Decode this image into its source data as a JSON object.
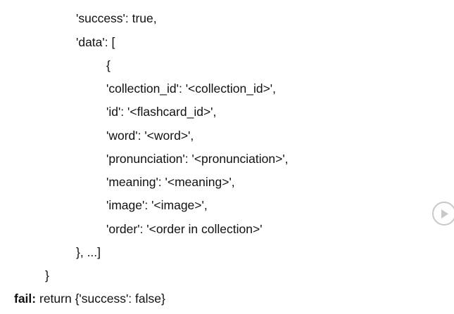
{
  "code_lines": {
    "success_line": "'success': true,",
    "data_line": "'data': [",
    "open_brace": "{",
    "collection_id": "'collection_id': '<collection_id>',",
    "id": "'id': '<flashcard_id>',",
    "word": "'word': '<word>',",
    "pronunciation": "'pronunciation': '<pronunciation>',",
    "meaning": "'meaning': '<meaning>',",
    "image": "'image': '<image>',",
    "order": "'order': '<order in collection>'",
    "close_item": "}, ...]",
    "close_brace": "}"
  },
  "fail_line": {
    "label": "fail:",
    "text": " return {'success': false}"
  },
  "play_button": {
    "icon": "play-icon",
    "color": "#c8c8c8"
  }
}
